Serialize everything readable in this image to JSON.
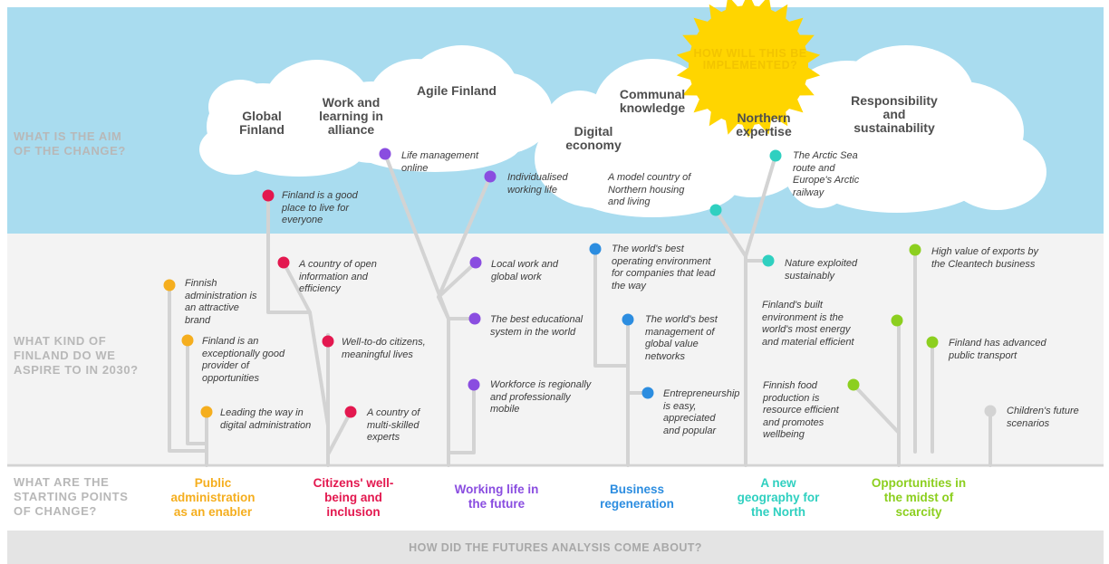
{
  "row_headers": {
    "aim": "WHAT IS THE AIM\nOF THE CHANGE?",
    "aspire": "WHAT KIND OF\nFINLAND DO WE\nASPIRE TO IN 2030?",
    "starting": "WHAT ARE THE\nSTARTING POINTS\nOF CHANGE?"
  },
  "sun_label": "HOW WILL THIS BE\nIMPLEMENTED?",
  "cloud_titles": {
    "global_finland": "Global\nFinland",
    "work_learning": "Work and\nlearning in\nalliance",
    "agile_finland": "Agile Finland",
    "communal_knowledge": "Communal\nknowledge",
    "digital_economy": "Digital\neconomy",
    "northern_expertise": "Northern\nexpertise",
    "responsibility": "Responsibility\nand\nsustainability"
  },
  "notes": {
    "life_management": "Life management\nonline",
    "individualised": "Individualised\nworking life",
    "model_country": "A model country of\nNorthern housing\nand living",
    "arctic_sea": "The Arctic Sea\nroute and\nEurope's Arctic\nrailway",
    "good_place": "Finland is a good\nplace to live for\neveryone",
    "open_info": "A country of open\ninformation and\nefficiency",
    "attractive_brand": "Finnish\nadministration is\nan attractive\nbrand",
    "good_provider": "Finland is an\nexceptionally good\nprovider of\nopportunities",
    "digital_admin": "Leading the way in\ndigital administration",
    "well_to_do": "Well-to-do citizens,\nmeaningful lives",
    "multi_skilled": "A country of\nmulti-skilled\nexperts",
    "local_global": "Local work and\nglobal work",
    "education": "The best educational\nsystem in the world",
    "workforce": "Workforce is regionally\nand professionally\nmobile",
    "operating_env": "The world's best\noperating environment\nfor companies that lead\nthe way",
    "value_networks": "The world's best\nmanagement of\nglobal value\nnetworks",
    "entrepreneurship": "Entrepreneurship\nis easy,\nappreciated\nand popular",
    "nature": "Nature exploited\nsustainably",
    "built_env": "Finland's built\nenvironment is the\nworld's most energy\nand material efficient",
    "food": "Finnish food\nproduction is\nresource efficient\nand promotes\nwellbeing",
    "cleantech": "High value of exports by\nthe Cleantech business",
    "transport": "Finland has advanced\npublic transport",
    "children": "Children's future\nscenarios"
  },
  "themes": {
    "public_admin": "Public\nadministration\nas an enabler",
    "citizens": "Citizens' well-\nbeing and\ninclusion",
    "working_life": "Working life in\nthe future",
    "business": "Business\nregeneration",
    "north": "A new\ngeography for\nthe North",
    "scarcity": "Opportunities in\nthe midst of\nscarcity"
  },
  "colors": {
    "sky": "#a9dcef",
    "public_admin": "#f5ae1e",
    "citizens": "#e3184f",
    "working_life": "#8a4de0",
    "business": "#2c8de0",
    "north": "#2fd0c0",
    "scarcity": "#8ccf1f",
    "neutral": "#d3d3d3",
    "sun": "#ffd500"
  },
  "footer": "HOW DID THE FUTURES ANALYSIS COME ABOUT?"
}
